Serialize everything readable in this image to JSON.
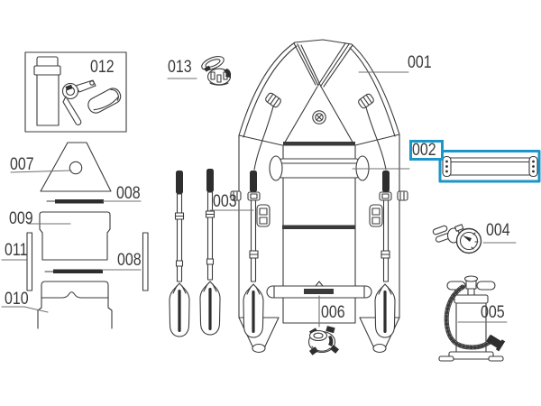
{
  "diagram": {
    "background": "#ffffff",
    "line_color": "#3b3b3c",
    "dark_fill": "#2e2e2e",
    "highlight_color": "#1b96c9",
    "labels": {
      "p001": "001",
      "p002": "002",
      "p003": "003",
      "p004": "004",
      "p005": "005",
      "p006": "006",
      "p007": "007",
      "p008": "008",
      "p009": "009",
      "p010": "010",
      "p011": "011",
      "p012": "012",
      "p013": "013"
    }
  }
}
